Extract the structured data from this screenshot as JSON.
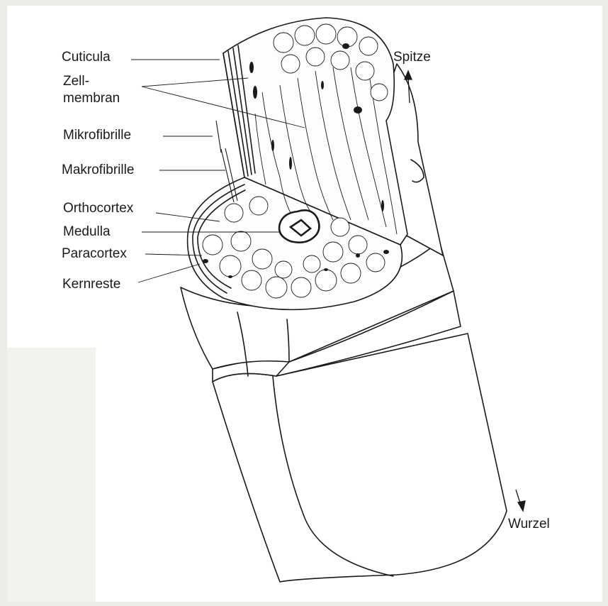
{
  "labels": {
    "cuticula": "Cuticula",
    "zellmembran_1": "Zell-",
    "zellmembran_2": "membran",
    "mikrofibrille": "Mikrofibrille",
    "makrofibrille": "Makrofibrille",
    "orthocortex": "Orthocortex",
    "medulla": "Medulla",
    "paracortex": "Paracortex",
    "kernreste": "Kernreste",
    "spitze": "Spitze",
    "wurzel": "Wurzel"
  },
  "colors": {
    "paper": "#ffffff",
    "background": "#ecebe8",
    "ink": "#1a1a1a"
  }
}
